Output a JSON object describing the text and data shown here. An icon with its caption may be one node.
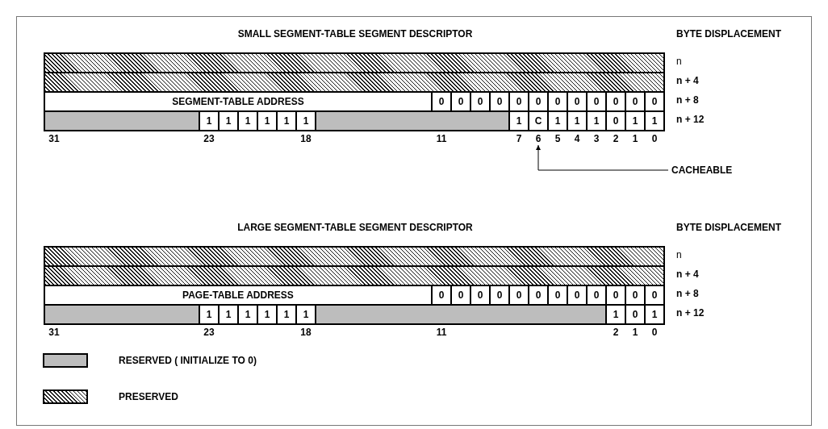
{
  "diagram": {
    "nodes": [
      {
        "text": [],
        "shape": "bar"
      },
      {
        "text": [],
        "shape": "bar"
      },
      {
        "text": [
          "SEGMENT-TABLE ADDRESS"
        ]
      },
      {
        "text": [
          "0"
        ]
      },
      {
        "text": [
          "0"
        ]
      },
      {
        "text": [
          "0"
        ]
      },
      {
        "text": [
          "0"
        ]
      },
      {
        "text": [
          "0"
        ]
      },
      {
        "text": [
          "0"
        ]
      },
      {
        "text": [
          "0"
        ]
      },
      {
        "text": [
          "0"
        ]
      },
      {
        "text": [
          "0"
        ]
      },
      {
        "text": [
          "0"
        ]
      },
      {
        "text": [
          "0"
        ]
      },
      {
        "text": [
          "0"
        ]
      },
      {
        "text": [],
        "shape": "bar"
      },
      {
        "text": [
          "1"
        ]
      },
      {
        "text": [
          "1"
        ]
      },
      {
        "text": [
          "1"
        ]
      },
      {
        "text": [
          "1"
        ]
      },
      {
        "text": [
          "1"
        ]
      },
      {
        "text": [
          "1"
        ]
      },
      {
        "text": [],
        "shape": "bar"
      },
      {
        "text": [
          "1"
        ]
      },
      {
        "text": [
          "C"
        ]
      },
      {
        "text": [
          "1"
        ]
      },
      {
        "text": [
          "1"
        ]
      },
      {
        "text": [
          "1"
        ]
      },
      {
        "text": [
          "0"
        ]
      },
      {
        "text": [
          "1"
        ]
      },
      {
        "text": [
          "1"
        ]
      },
      {
        "text": [
          "6"
        ]
      },
      {
        "text": [
          "CACHEABLE"
        ]
      },
      {
        "text": [],
        "shape": "bar"
      },
      {
        "text": [],
        "shape": "bar"
      },
      {
        "text": [
          "PAGE-TABLE ADDRESS"
        ]
      },
      {
        "text": [
          "0"
        ]
      },
      {
        "text": [
          "0"
        ]
      },
      {
        "text": [
          "0"
        ]
      },
      {
        "text": [
          "0"
        ]
      },
      {
        "text": [
          "0"
        ]
      },
      {
        "text": [
          "0"
        ]
      },
      {
        "text": [
          "0"
        ]
      },
      {
        "text": [
          "0"
        ]
      },
      {
        "text": [
          "0"
        ]
      },
      {
        "text": [
          "0"
        ]
      },
      {
        "text": [
          "0"
        ]
      },
      {
        "text": [
          "0"
        ]
      },
      {
        "text": [],
        "shape": "bar"
      },
      {
        "text": [
          "1"
        ]
      },
      {
        "text": [
          "1"
        ]
      },
      {
        "text": [
          "1"
        ]
      },
      {
        "text": [
          "1"
        ]
      },
      {
        "text": [
          "1"
        ]
      },
      {
        "text": [
          "1"
        ]
      },
      {
        "text": [],
        "shape": "bar"
      },
      {
        "text": [
          "1"
        ]
      },
      {
        "text": [
          "0"
        ]
      },
      {
        "text": [
          "1"
        ]
      }
    ],
    "edges": [
      {
        "from": 32,
        "to": 31,
        "arrow": "to"
      }
    ],
    "labels": [
      "SMALL SEGMENT-TABLE SEGMENT DESCRIPTOR",
      "BYTE DISPLACEMENT",
      "n",
      "n + 4",
      "n + 8",
      "n + 12",
      "31",
      "23",
      "18",
      "11",
      "7",
      "5",
      "4",
      "3",
      "2",
      "1",
      "0",
      "LARGE SEGMENT-TABLE SEGMENT DESCRIPTOR",
      "BYTE DISPLACEMENT",
      "n",
      "n + 4",
      "n + 8",
      "n + 12",
      "31",
      "23",
      "18",
      "11",
      "2",
      "1",
      "0"
    ],
    "legend": [
      {
        "text": "RESERVED ( INITIALIZE TO 0)",
        "color": "#bdbdbd"
      },
      {
        "text": "PRESERVED"
      }
    ]
  }
}
